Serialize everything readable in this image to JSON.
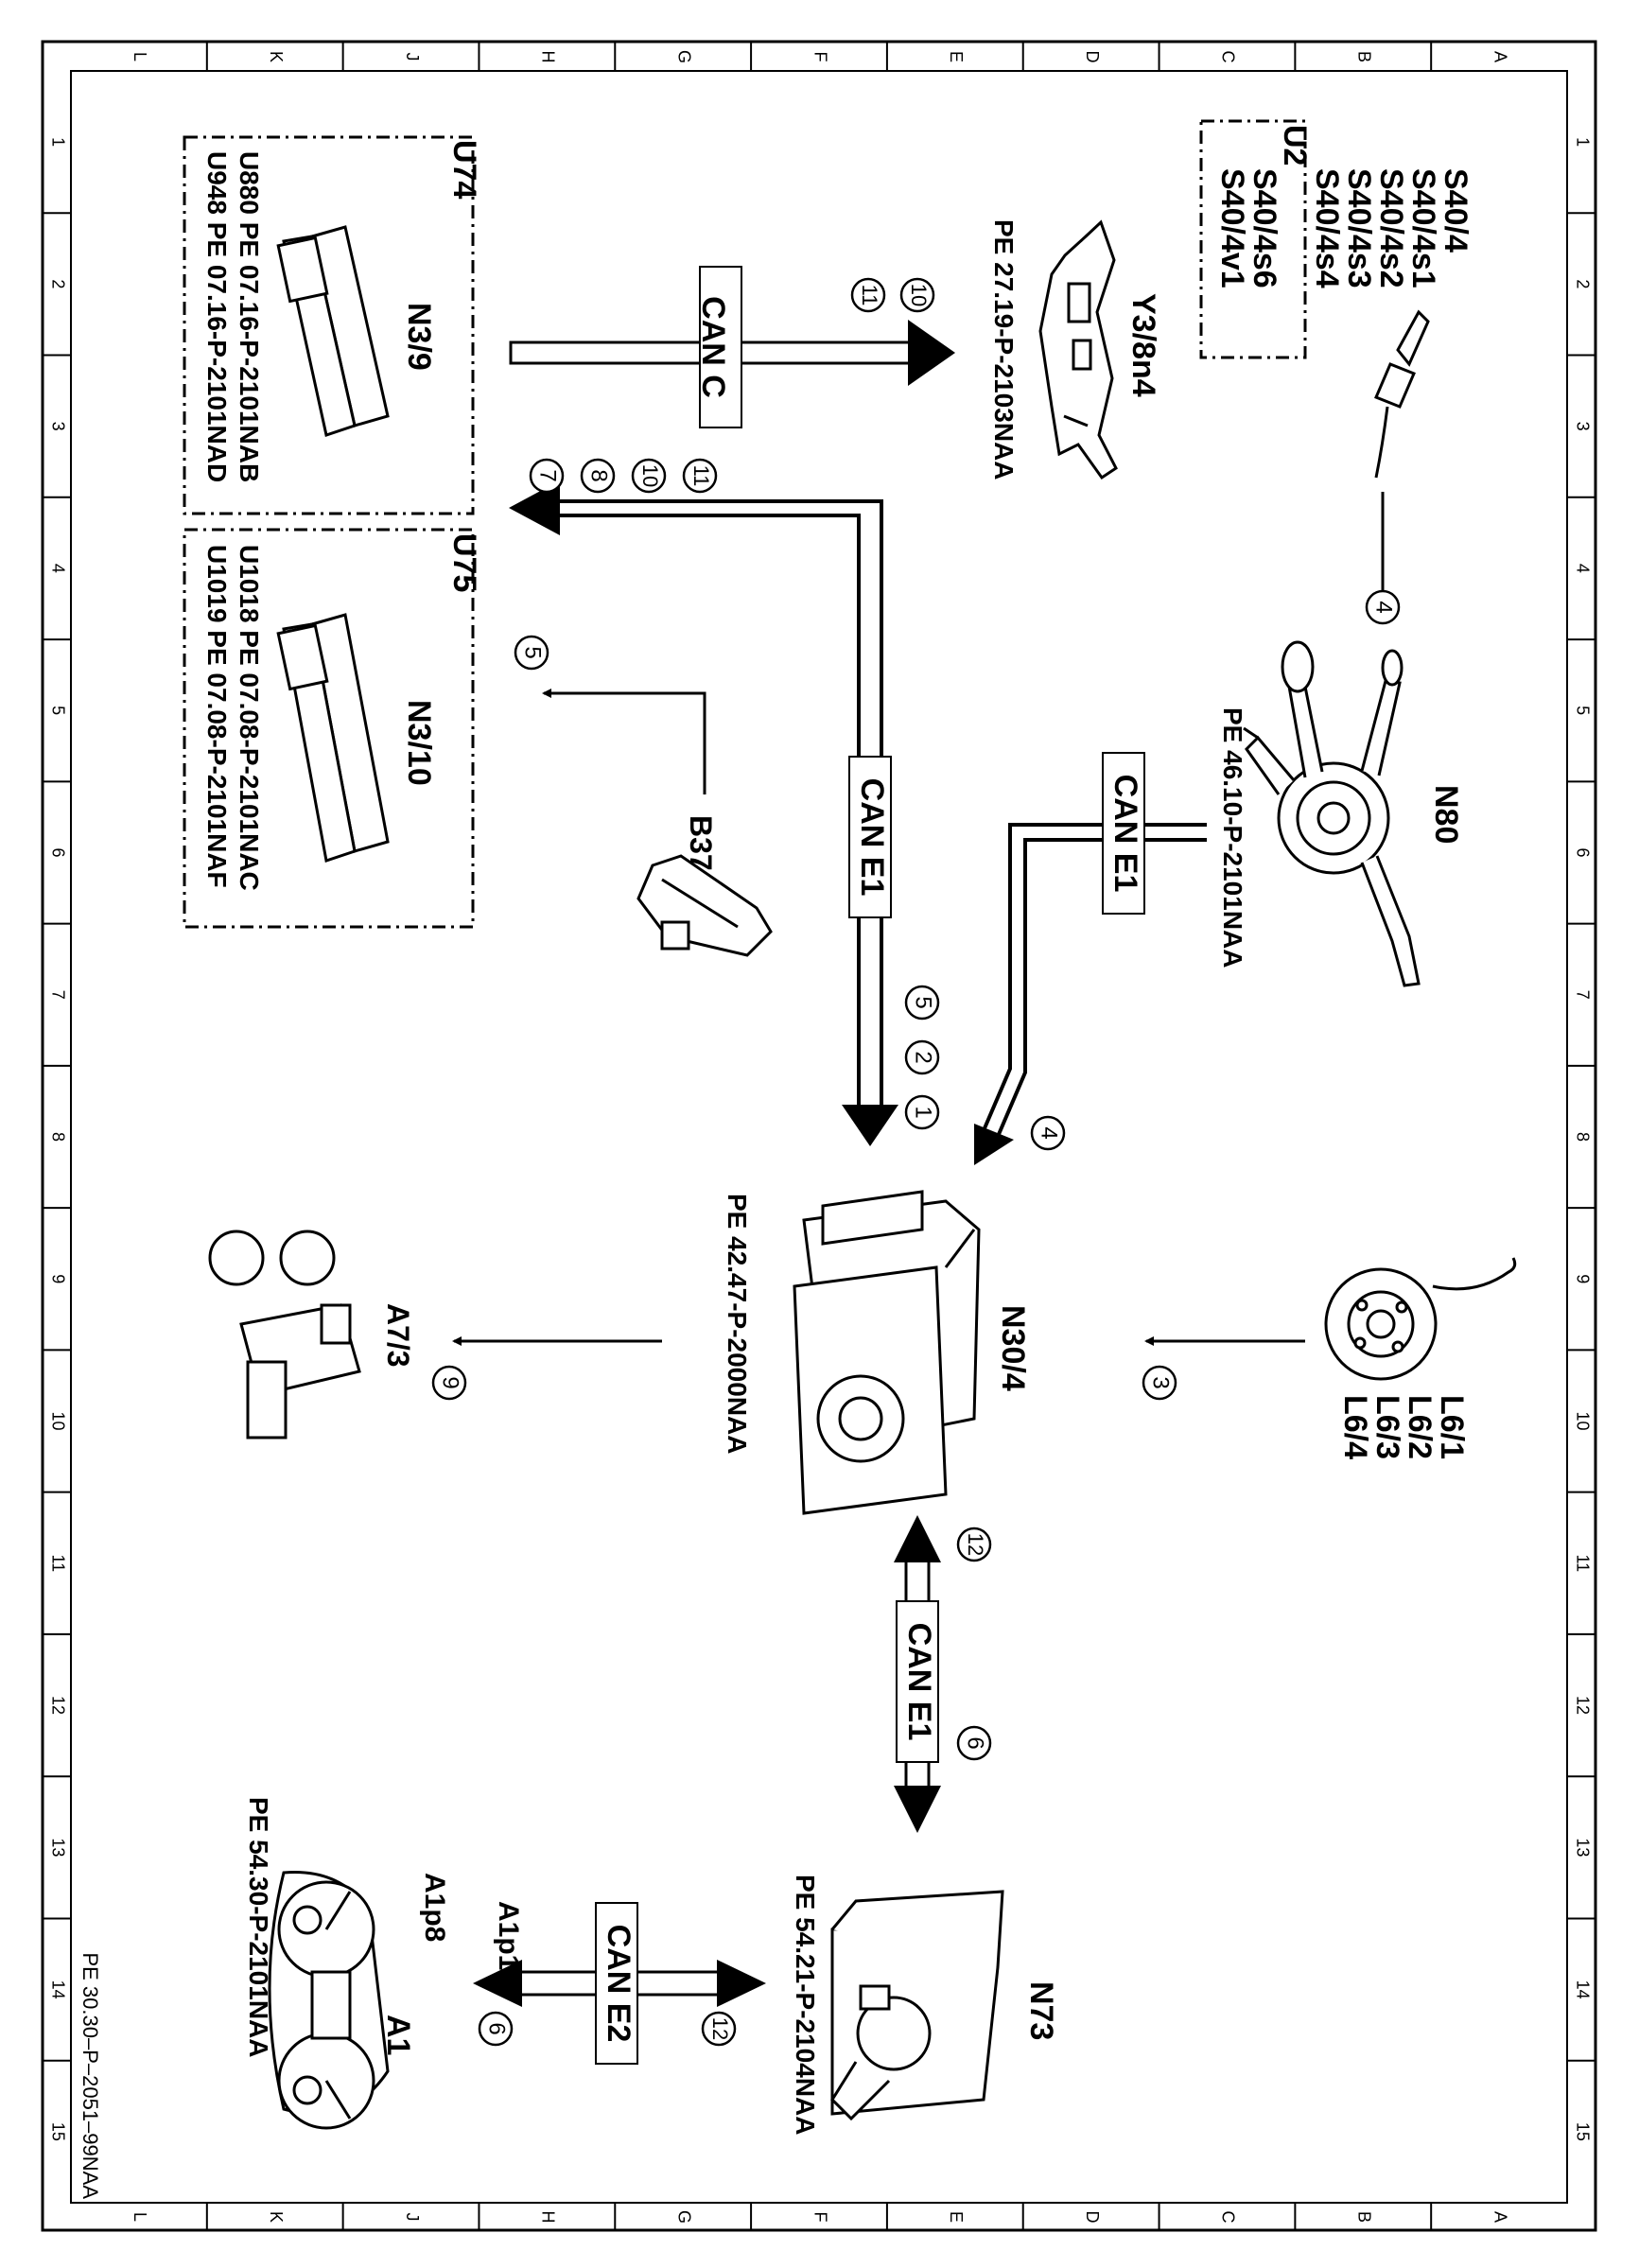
{
  "frame": {
    "col_letters": [
      "A",
      "B",
      "C",
      "D",
      "E",
      "F",
      "G",
      "H",
      "J",
      "K",
      "L"
    ],
    "row_numbers": [
      "1",
      "2",
      "3",
      "4",
      "5",
      "6",
      "7",
      "8",
      "9",
      "10",
      "11",
      "12",
      "13",
      "14",
      "15"
    ],
    "sheet_code": "PE 30.30–P–2051–99NAA"
  },
  "components": {
    "switch_group": {
      "lines": [
        "S40/4",
        "S40/4s1",
        "S40/4s2",
        "S40/4s3",
        "S40/4s4"
      ],
      "box_label": "U2",
      "box_lines": [
        "S40/4s6",
        "S40/4v1"
      ]
    },
    "n80": {
      "label": "N80",
      "ref": "PE  46.10-P-2101NAA"
    },
    "y3": {
      "label": "Y3/8n4",
      "ref": "PE  27.19-P-2103NAA"
    },
    "u74": {
      "box_label": "U74",
      "label": "N3/9",
      "refs": [
        "U880  PE  07.16-P-2101NAB",
        "U948  PE  07.16-P-2101NAD"
      ]
    },
    "u75": {
      "box_label": "U75",
      "label": "N3/10",
      "refs": [
        "U1018  PE  07.08-P-2101NAC",
        "U1019  PE  07.08-P-2101NAF"
      ]
    },
    "b37": {
      "label": "B37"
    },
    "l6": {
      "lines": [
        "L6/1",
        "L6/2",
        "L6/3",
        "L6/4"
      ]
    },
    "n30": {
      "label": "N30/4",
      "ref": "PE  42.47-P-2000NAA"
    },
    "a7": {
      "label": "A7/3"
    },
    "n73": {
      "label": "N73",
      "ref": "PE  54.21-P-2104NAA"
    },
    "a1": {
      "label": "A1",
      "sub1": "A1p8",
      "sub2": "A1p13",
      "ref": "PE  54.30-P-2101NAA"
    }
  },
  "buses": {
    "can_c": "CAN C",
    "can_e1_a": "CAN E1",
    "can_e1_b": "CAN E1",
    "can_e1_c": "CAN E1",
    "can_e2": "CAN E2"
  },
  "signals": {
    "s4_top": "4",
    "s4_bottom": "4",
    "s10_y3": "10",
    "s11_y3": "11",
    "s11_u": "11",
    "s10_u": "10",
    "s8_u": "8",
    "s7_u": "7",
    "s5_b37": "5",
    "s5_n30": "5",
    "s2_n30": "2",
    "s1_n30": "1",
    "s3": "3",
    "s9": "9",
    "s12_can": "12",
    "s6_can": "6",
    "s12_e2": "12",
    "s6_e2": "6"
  }
}
